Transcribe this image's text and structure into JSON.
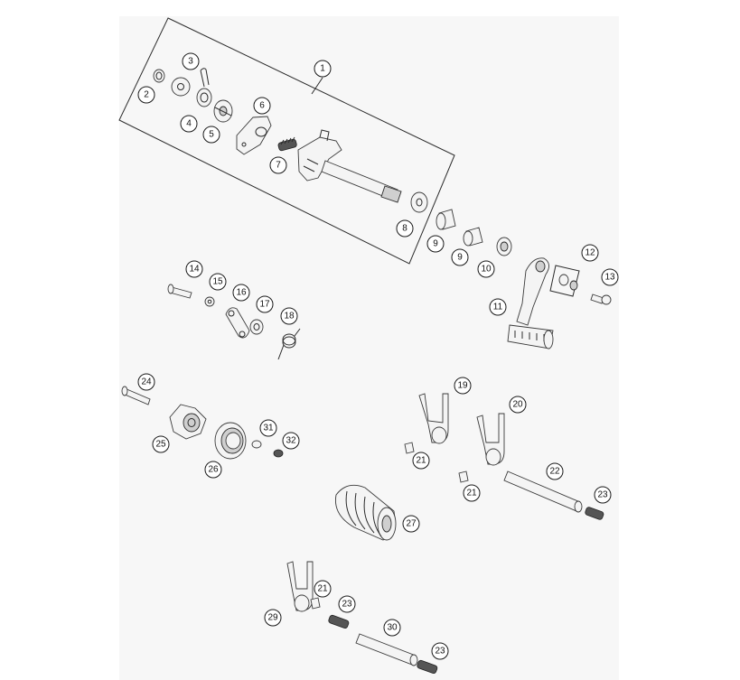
{
  "diagram": {
    "type": "exploded-parts-view",
    "part_callouts": [
      "1",
      "2",
      "3",
      "4",
      "5",
      "6",
      "7",
      "8",
      "9",
      "9",
      "10",
      "11",
      "12",
      "13",
      "14",
      "15",
      "16",
      "17",
      "18",
      "19",
      "20",
      "21",
      "21",
      "21",
      "22",
      "23",
      "23",
      "23",
      "24",
      "25",
      "26",
      "27",
      "29",
      "30",
      "31",
      "32"
    ]
  }
}
